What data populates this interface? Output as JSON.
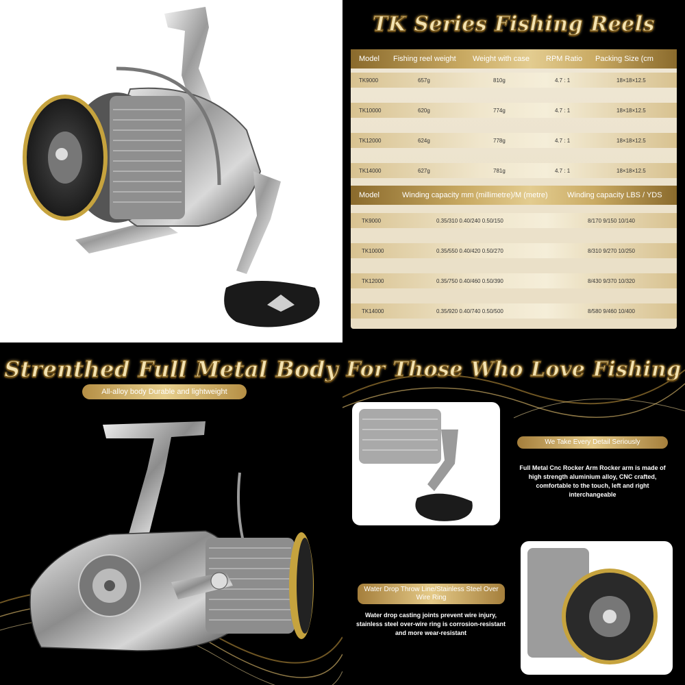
{
  "table_panel": {
    "title": "TK Series Fishing Reels",
    "spec_headers": [
      "Model",
      "Fishing reel weight",
      "Weight with case",
      "RPM Ratio",
      "Packing Size (cm"
    ],
    "spec_rows": [
      [
        "TK9000",
        "657g",
        "810g",
        "4.7 : 1",
        "18×18×12.5"
      ],
      [
        "TK10000",
        "620g",
        "774g",
        "4.7 : 1",
        "18×18×12.5"
      ],
      [
        "TK12000",
        "624g",
        "778g",
        "4.7 : 1",
        "18×18×12.5"
      ],
      [
        "TK14000",
        "627g",
        "781g",
        "4.7 : 1",
        "18×18×12.5"
      ]
    ],
    "capacity_headers": [
      "Model",
      "Winding capacity mm (millimetre)/M (metre)",
      "Winding capacity LBS / YDS"
    ],
    "capacity_rows": [
      [
        "TK9000",
        "0.35/310  0.40/240  0.50/150",
        "8/170  9/150  10/140"
      ],
      [
        "TK10000",
        "0.35/550  0.40/420  0.50/270",
        "8/310  9/270  10/250"
      ],
      [
        "TK12000",
        "0.35/750  0.40/460  0.50/390",
        "8/430  9/370  10/320"
      ],
      [
        "TK14000",
        "0.35/920  0.40/740  0.50/500",
        "8/580  9/460  10/400"
      ]
    ]
  },
  "body_panel": {
    "title": "Strenthed Full Metal Body",
    "subtitle": "All-alloy body Durable and lightweight"
  },
  "love_panel": {
    "title": "For Those Who Love Fishing",
    "feature1_tag": "We Take Every Detail Seriously",
    "feature1_desc": "Full Metal Cnc Rocker Arm Rocker arm is made of high strength aluminium alloy, CNC crafted, comfortable to the touch, left and right interchangeable",
    "feature2_tag": "Water Drop Throw Line/Stainless Steel Over Wire Ring",
    "feature2_desc": "Water drop casting joints prevent wire injury, stainless steel over-wire ring is corrosion-resistant and more wear-resistant"
  },
  "colors": {
    "gold": "#c9aa63",
    "cream": "#efe7d5",
    "black": "#000000",
    "chrome": "#9a9a9a"
  }
}
